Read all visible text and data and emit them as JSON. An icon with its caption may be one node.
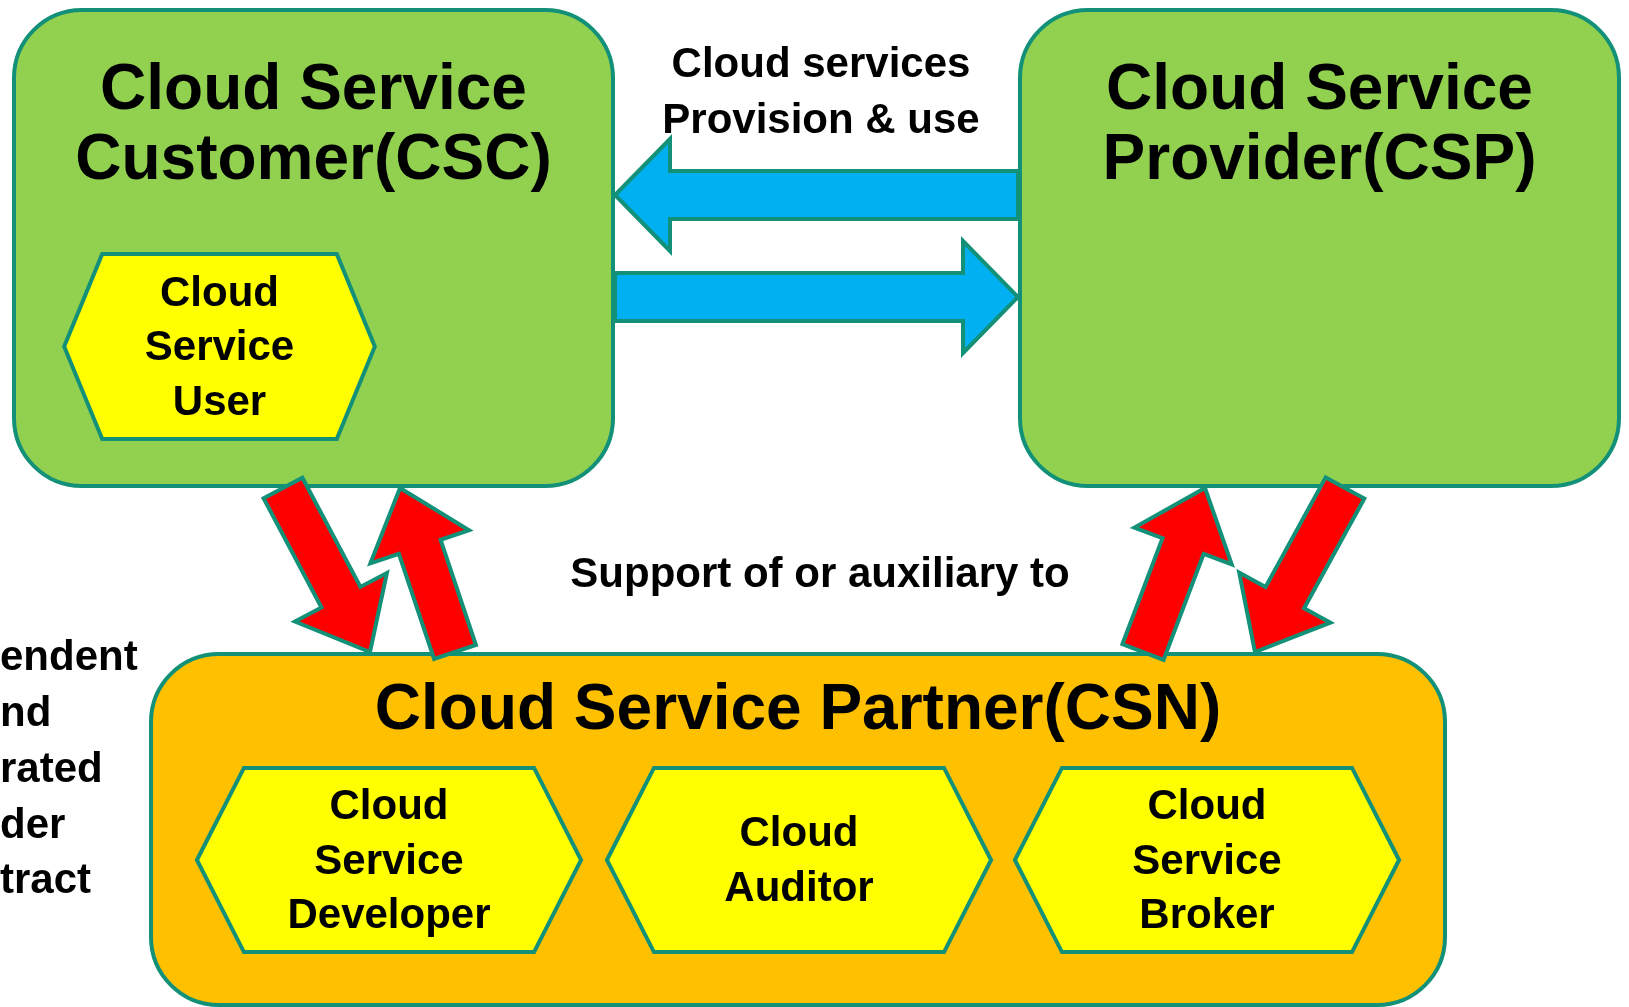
{
  "diagram": {
    "nodes": [
      {
        "text": [
          "Cloud Service Customer(CSC)"
        ]
      },
      {
        "text": [
          "Cloud Service User"
        ],
        "in": 0
      },
      {
        "text": [
          "Cloud Service Provider(CSP)"
        ]
      },
      {
        "text": [
          "Cloud Service Partner(CSN)"
        ]
      },
      {
        "text": [
          "Cloud Service Developer"
        ],
        "in": 3
      },
      {
        "text": [
          "Cloud Auditor"
        ],
        "in": 3
      },
      {
        "text": [
          "Cloud Service Broker"
        ],
        "in": 3
      }
    ],
    "edges": [
      {
        "from": 2,
        "to": 0,
        "arrow": "to",
        "label": "Cloud services Provision & use",
        "color": "#00b0f0"
      },
      {
        "from": 0,
        "to": 2,
        "arrow": "to",
        "color": "#00b0f0"
      },
      {
        "from": 0,
        "to": 3,
        "arrow": "to"
      },
      {
        "from": 3,
        "to": 0,
        "arrow": "to"
      },
      {
        "from": 3,
        "to": 2,
        "arrow": "to"
      },
      {
        "from": 2,
        "to": 3,
        "arrow": "to"
      }
    ],
    "labels": [
      "Support of or auxiliary to",
      "endent nd rated der tract"
    ]
  }
}
